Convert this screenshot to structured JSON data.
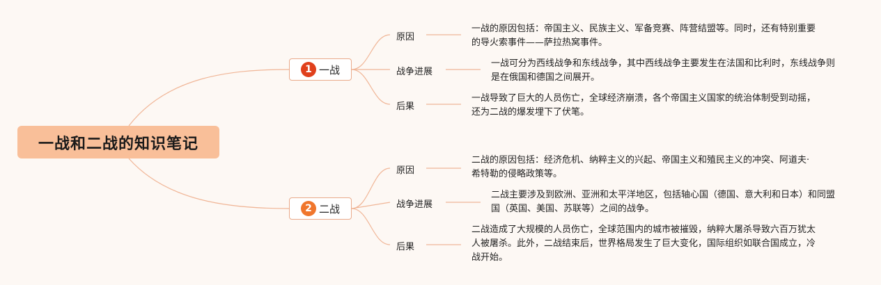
{
  "root": {
    "title": "一战和二战的知识笔记"
  },
  "branches": [
    {
      "number": "1",
      "label": "一战",
      "topics": [
        {
          "label": "原因",
          "text": "一战的原因包括：帝国主义、民族主义、军备竞赛、阵营结盟等。同时，还有特别重要的导火索事件——萨拉热窝事件。"
        },
        {
          "label": "战争进展",
          "text": "一战可分为西线战争和东线战争，其中西线战争主要发生在法国和比利时，东线战争则是在俄国和德国之间展开。"
        },
        {
          "label": "后果",
          "text": "一战导致了巨大的人员伤亡，全球经济崩溃，各个帝国主义国家的统治体制受到动摇，还为二战的爆发埋下了伏笔。"
        }
      ]
    },
    {
      "number": "2",
      "label": "二战",
      "topics": [
        {
          "label": "原因",
          "text": "二战的原因包括：经济危机、纳粹主义的兴起、帝国主义和殖民主义的冲突、阿道夫·希特勒的侵略政策等。"
        },
        {
          "label": "战争进展",
          "text": "二战主要涉及到欧洲、亚洲和太平洋地区，包括轴心国（德国、意大利和日本）和同盟国（英国、美国、苏联等）之间的战争。"
        },
        {
          "label": "后果",
          "text": "二战造成了大规模的人员伤亡，全球范围内的城市被摧毁，纳粹大屠杀导致六百万犹太人被屠杀。此外，二战结束后，世界格局发生了巨大变化，国际组织如联合国成立，冷战开始。"
        }
      ]
    }
  ],
  "colors": {
    "line": "#f0b596",
    "root_bg": "#f9bf99",
    "badge1": "#e0401c",
    "badge2": "#f0762c"
  }
}
